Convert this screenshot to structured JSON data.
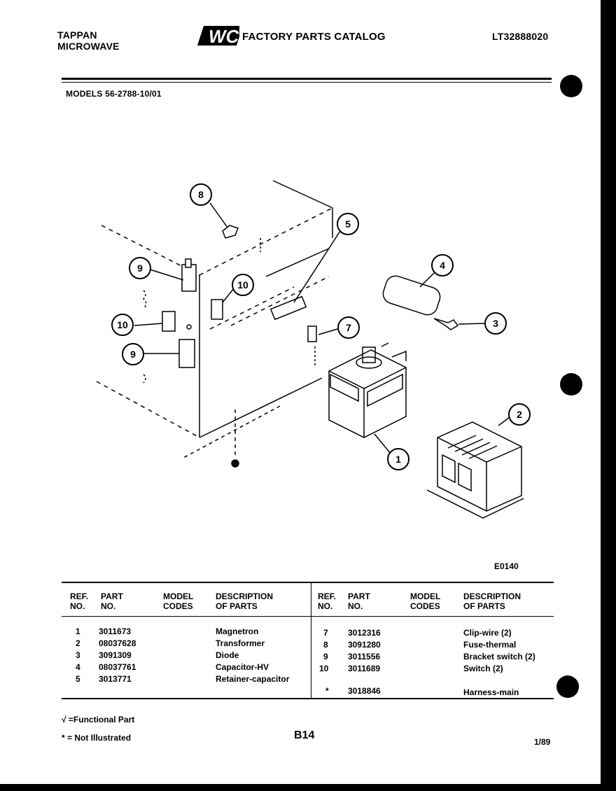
{
  "header": {
    "brand_line1": "TAPPAN",
    "brand_line2": "MICROWAVE",
    "logo_text": "WCI",
    "catalog_title": "FACTORY PARTS CATALOG",
    "doc_number": "LT32888020",
    "models_line": "MODELS 56-2788-10/01"
  },
  "diagram": {
    "figure_code": "E0140",
    "callouts": [
      "1",
      "2",
      "3",
      "4",
      "5",
      "7",
      "8",
      "9",
      "9",
      "10",
      "10"
    ]
  },
  "table": {
    "left_headers": {
      "ref": [
        "REF.",
        "NO."
      ],
      "part": [
        "PART",
        "NO."
      ],
      "model": [
        "MODEL",
        "CODES"
      ],
      "desc": [
        "DESCRIPTION",
        "OF PARTS"
      ]
    },
    "right_headers": {
      "ref": [
        "REF.",
        "NO."
      ],
      "part": [
        "PART",
        "NO."
      ],
      "model": [
        "MODEL",
        "CODES"
      ],
      "desc": [
        "DESCRIPTION",
        "OF PARTS"
      ]
    },
    "left_rows": [
      {
        "ref": "1",
        "part": "3011673",
        "desc": "Magnetron"
      },
      {
        "ref": "2",
        "part": "08037628",
        "desc": "Transformer"
      },
      {
        "ref": "3",
        "part": "3091309",
        "desc": "Diode"
      },
      {
        "ref": "4",
        "part": "08037761",
        "desc": "Capacitor-HV"
      },
      {
        "ref": "5",
        "part": "3013771",
        "desc": "Retainer-capacitor"
      }
    ],
    "right_rows": [
      {
        "ref": "7",
        "part": "3012316",
        "desc": "Clip-wire (2)"
      },
      {
        "ref": "8",
        "part": "3091280",
        "desc": "Fuse-thermal"
      },
      {
        "ref": "9",
        "part": "3011556",
        "desc": "Bracket switch (2)"
      },
      {
        "ref": "10",
        "part": "3011689",
        "desc": "Switch (2)"
      },
      {
        "ref": "*",
        "part": "3018846",
        "desc": "Harness-main"
      }
    ]
  },
  "footer": {
    "functional_note": "√ =Functional Part",
    "not_illustrated_note": "* = Not Illustrated",
    "page_code": "B14",
    "date_code": "1/89"
  }
}
